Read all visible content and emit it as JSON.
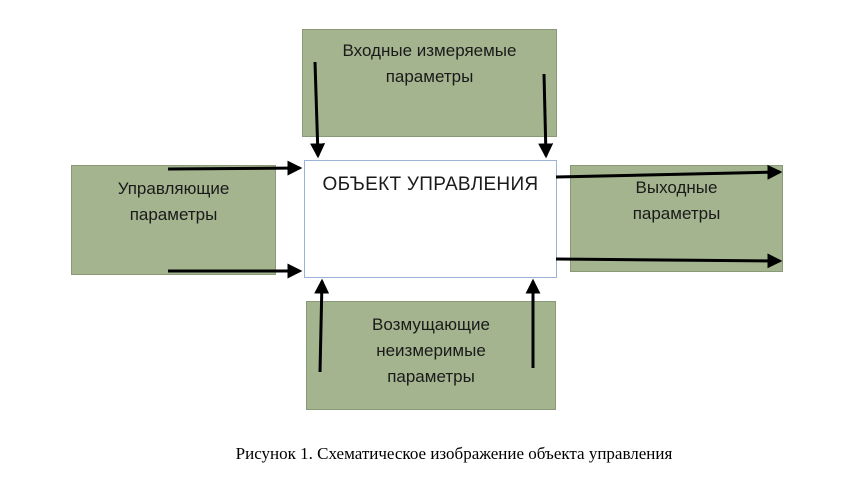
{
  "diagram": {
    "input_measured": "Входные измеряемые\nпараметры",
    "control": "Управляющие\nпараметры",
    "object": "ОБЪЕКТ УПРАВЛЕНИЯ",
    "output": "Выходные\nпараметры",
    "disturbing": "Возмущающие\nнеизмеримые\nпараметры"
  },
  "caption": "Рисунок 1. Схематическое изображение объекта управления",
  "colors": {
    "box_fill": "#a3b48f",
    "arrow": "#000000"
  }
}
